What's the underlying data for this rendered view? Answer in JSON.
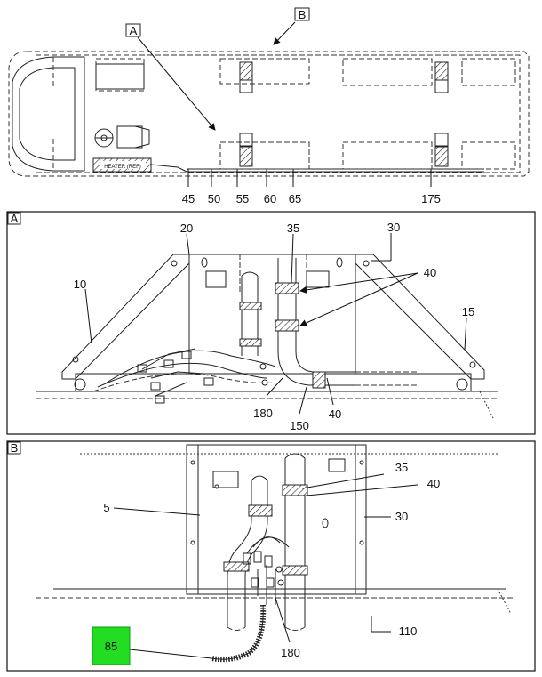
{
  "overview": {
    "view_a_tag": "A",
    "view_b_tag": "B",
    "heater_label": "HEATER (REF)",
    "callouts": [
      "45",
      "50",
      "55",
      "60",
      "65",
      "175"
    ]
  },
  "detail_a": {
    "tag": "A",
    "callouts": {
      "c10": "10",
      "c20": "20",
      "c35": "35",
      "c30": "30",
      "c40a": "40",
      "c15": "15",
      "c180": "180",
      "c150": "150",
      "c40b": "40"
    }
  },
  "detail_b": {
    "tag": "B",
    "callouts": {
      "c35": "35",
      "c40": "40",
      "c5": "5",
      "c30": "30",
      "c110": "110",
      "c180": "180",
      "c85": "85"
    },
    "highlight_color": "#22dd22"
  }
}
